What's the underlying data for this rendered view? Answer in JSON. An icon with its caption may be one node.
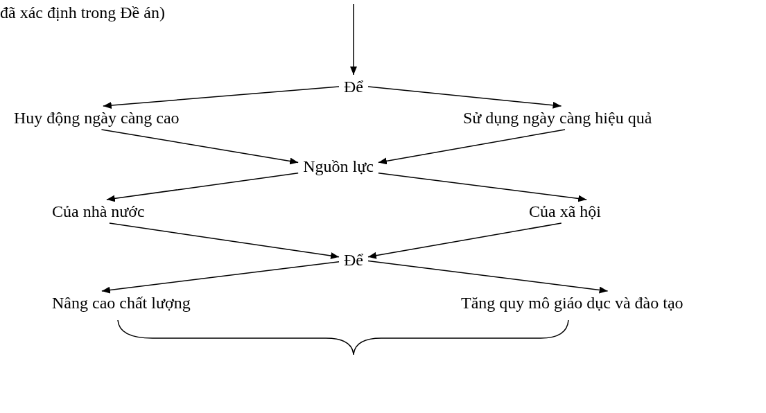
{
  "diagram": {
    "nodes": [
      {
        "text": [
          "Để"
        ]
      },
      {
        "text": [
          "Huy động ngày càng cao"
        ]
      },
      {
        "text": [
          "Sử dụng ngày càng hiệu quả"
        ]
      },
      {
        "text": [
          "Nguồn lực"
        ]
      },
      {
        "text": [
          "Của nhà nước"
        ]
      },
      {
        "text": [
          "Của xã hội"
        ]
      },
      {
        "text": [
          "Để"
        ]
      },
      {
        "text": [
          "Nâng cao chất lượng"
        ]
      },
      {
        "text": [
          "Tăng quy mô giáo dục và đào tạo"
        ]
      }
    ],
    "edges": [
      {
        "from": null,
        "to": 0,
        "arrow": "to"
      },
      {
        "from": 0,
        "to": 1,
        "arrow": "to"
      },
      {
        "from": 0,
        "to": 2,
        "arrow": "to"
      },
      {
        "from": 1,
        "to": 3,
        "arrow": "to"
      },
      {
        "from": 2,
        "to": 3,
        "arrow": "to"
      },
      {
        "from": 3,
        "to": 4,
        "arrow": "to"
      },
      {
        "from": 3,
        "to": 5,
        "arrow": "to"
      },
      {
        "from": 4,
        "to": 6,
        "arrow": "to"
      },
      {
        "from": 5,
        "to": 6,
        "arrow": "to"
      },
      {
        "from": 6,
        "to": 7,
        "arrow": "to"
      },
      {
        "from": 6,
        "to": 8,
        "arrow": "to"
      }
    ],
    "labels": [
      "đã xác định trong Đề án)"
    ]
  }
}
